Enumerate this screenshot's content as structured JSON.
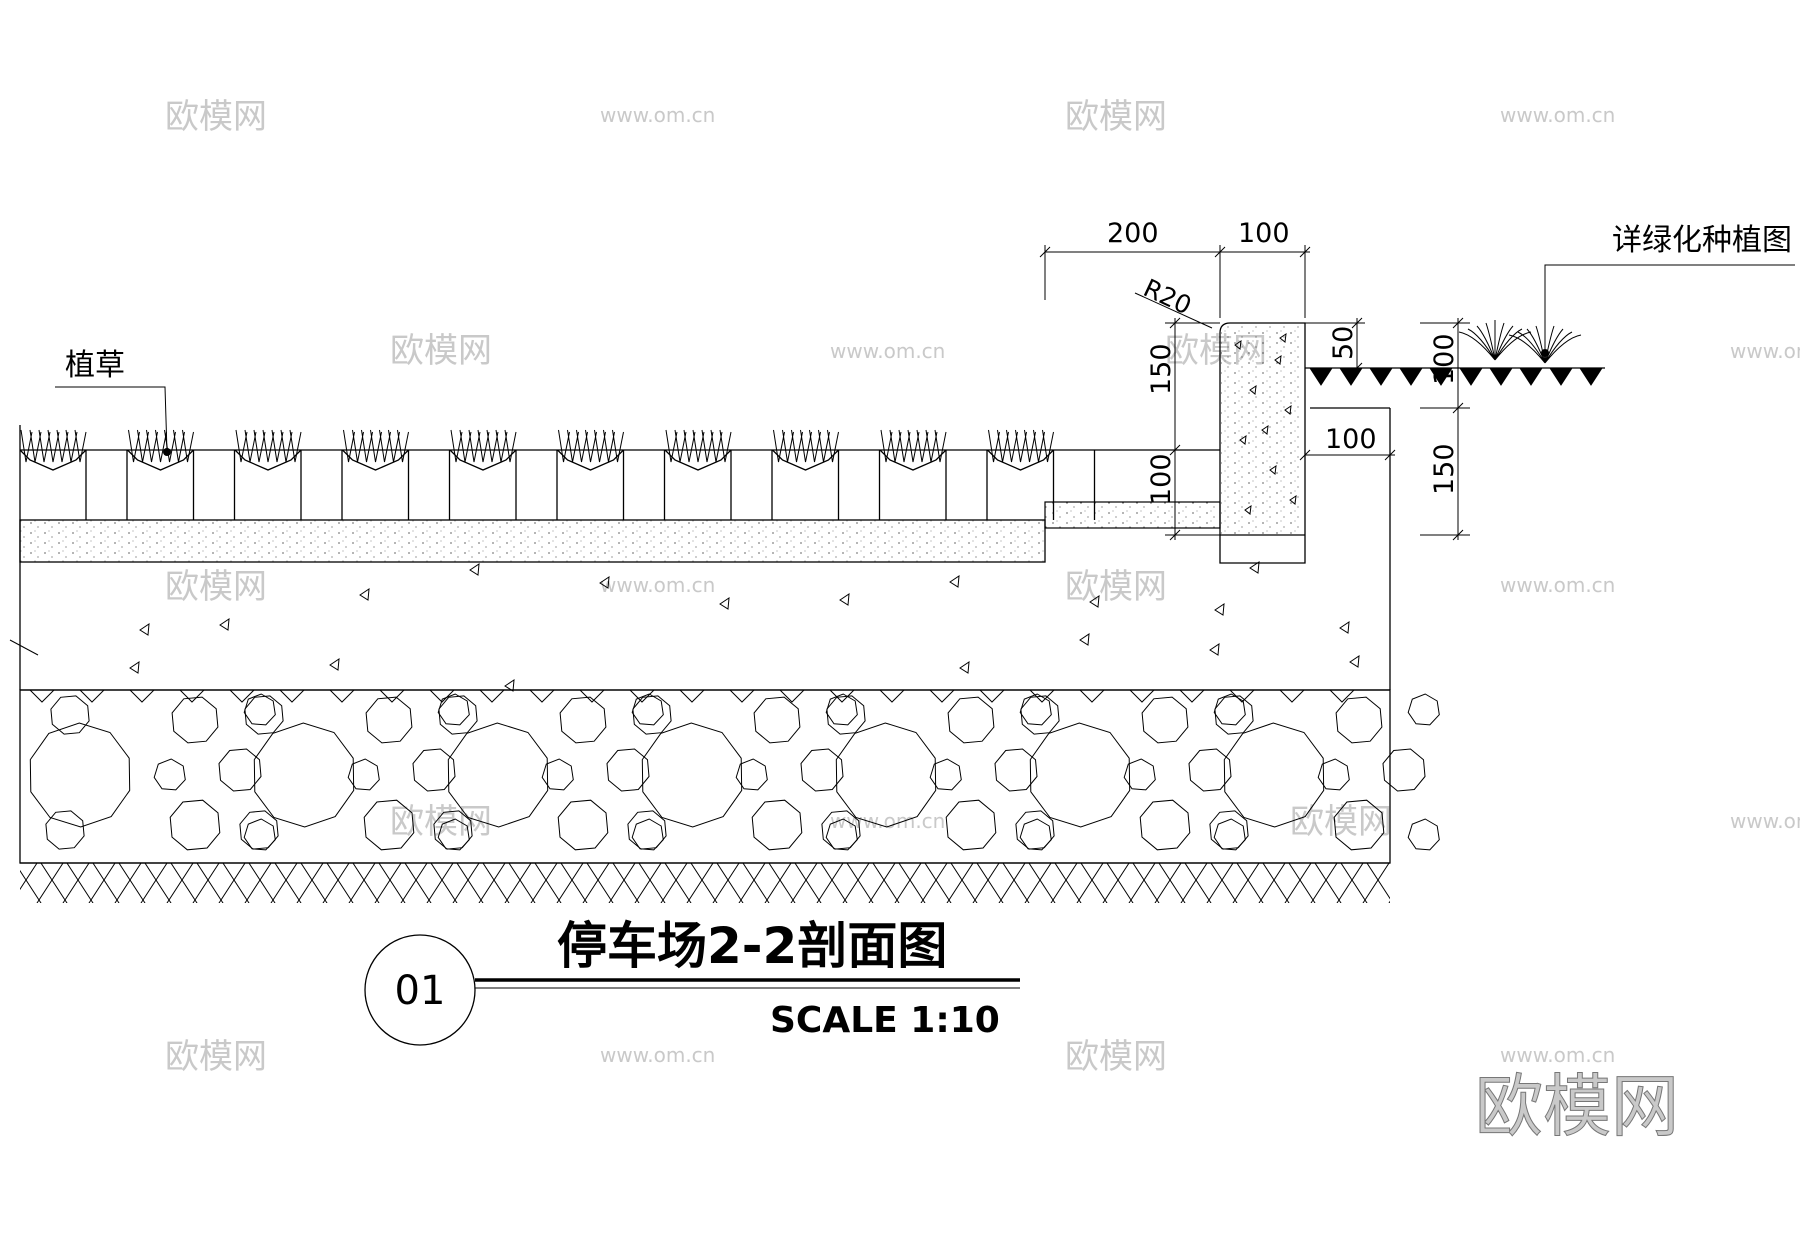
{
  "title": "停车场2-2剖面图",
  "scale": "SCALE 1:10",
  "detail_number": "01",
  "labels": {
    "grass": "植草",
    "planting_ref": "详绿化种植图",
    "radius": "R20"
  },
  "dimensions": {
    "curb_width": "200",
    "gap_width": "100",
    "curb_top_height": "150",
    "curb_bottom_height": "100",
    "soil_height": "50",
    "planting_height": "100",
    "step_height": "150",
    "offset": "100"
  },
  "watermarks": {
    "brand": "欧模网",
    "site": "www.om.cn"
  },
  "colors": {
    "line": "#000000",
    "watermark": "#c9c9c9",
    "background": "#ffffff"
  }
}
